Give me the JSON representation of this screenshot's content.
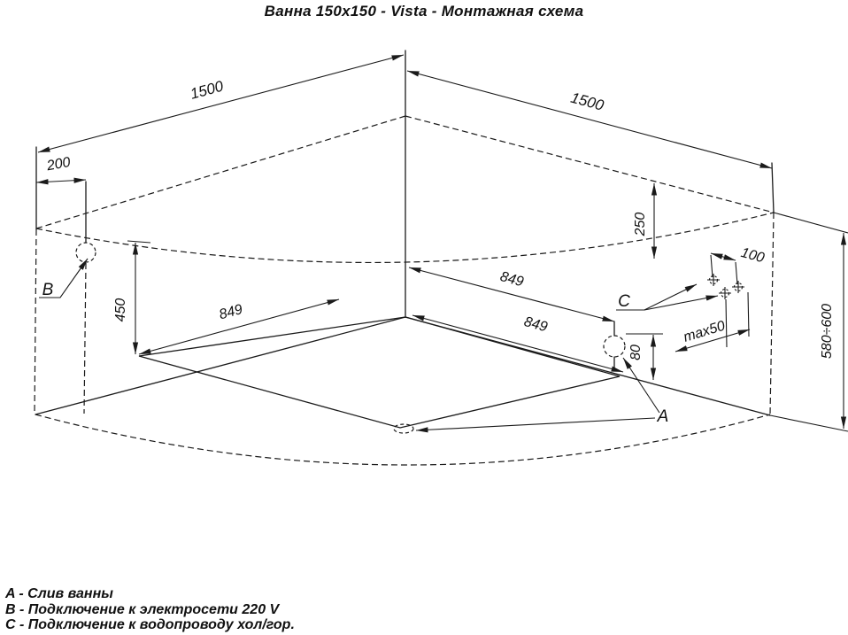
{
  "title": "Ванна 150x150 - Vista - Монтажная схема",
  "diagram": {
    "dims": {
      "wall_left": "1500",
      "wall_right": "1500",
      "b_offset": "200",
      "c_drop": "250",
      "c_spacing": "100",
      "c_wall_max": "max50",
      "drain_height": "80",
      "rim_to_bottom": "450",
      "bottom_left": "849",
      "drain_rim": "849",
      "drain_floor": "849",
      "bath_height": "580÷600"
    },
    "markers": {
      "a": "A",
      "b": "B",
      "c": "C"
    }
  },
  "legend": {
    "items": [
      {
        "key": "A",
        "text": "A - Слив ванны"
      },
      {
        "key": "B",
        "text": "B - Подключение к электросети 220 V"
      },
      {
        "key": "C",
        "text": "C - Подключение к водопроводу хол/гор."
      }
    ]
  },
  "colors": {
    "line": "#1a1a1a",
    "background": "#ffffff"
  }
}
